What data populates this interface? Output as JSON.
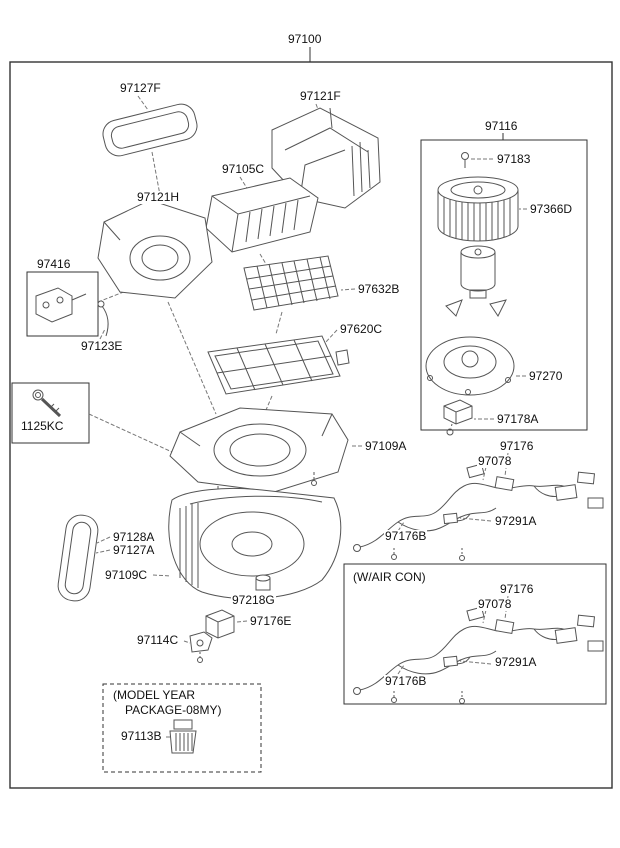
{
  "labels": {
    "l97100": "97100",
    "l97127F": "97127F",
    "l97121F": "97121F",
    "l97116": "97116",
    "l97183": "97183",
    "l97105C": "97105C",
    "l97121H": "97121H",
    "l97366D": "97366D",
    "l97416": "97416",
    "l97632B": "97632B",
    "l97123E": "97123E",
    "l97620C": "97620C",
    "l97270": "97270",
    "l1125KC": "1125KC",
    "l97178A": "97178A",
    "l97109A": "97109A",
    "l97176": "97176",
    "l97078": "97078",
    "l97291A": "97291A",
    "l97176B": "97176B",
    "l97128A": "97128A",
    "l97127A": "97127A",
    "l97109C": "97109C",
    "l97218G": "97218G",
    "l97176E": "97176E",
    "l97114C": "97114C",
    "l97113B": "97113B"
  },
  "boxes": {
    "wair_con_label": "(W/AIR CON)",
    "model_year_line1": "(MODEL YEAR",
    "model_year_line2": "PACKAGE-08MY)"
  },
  "colors": {
    "background": "#ffffff",
    "frame_outline": "#333333",
    "part_line": "#555555",
    "leader_line": "#777777",
    "label_text": "#111111"
  }
}
